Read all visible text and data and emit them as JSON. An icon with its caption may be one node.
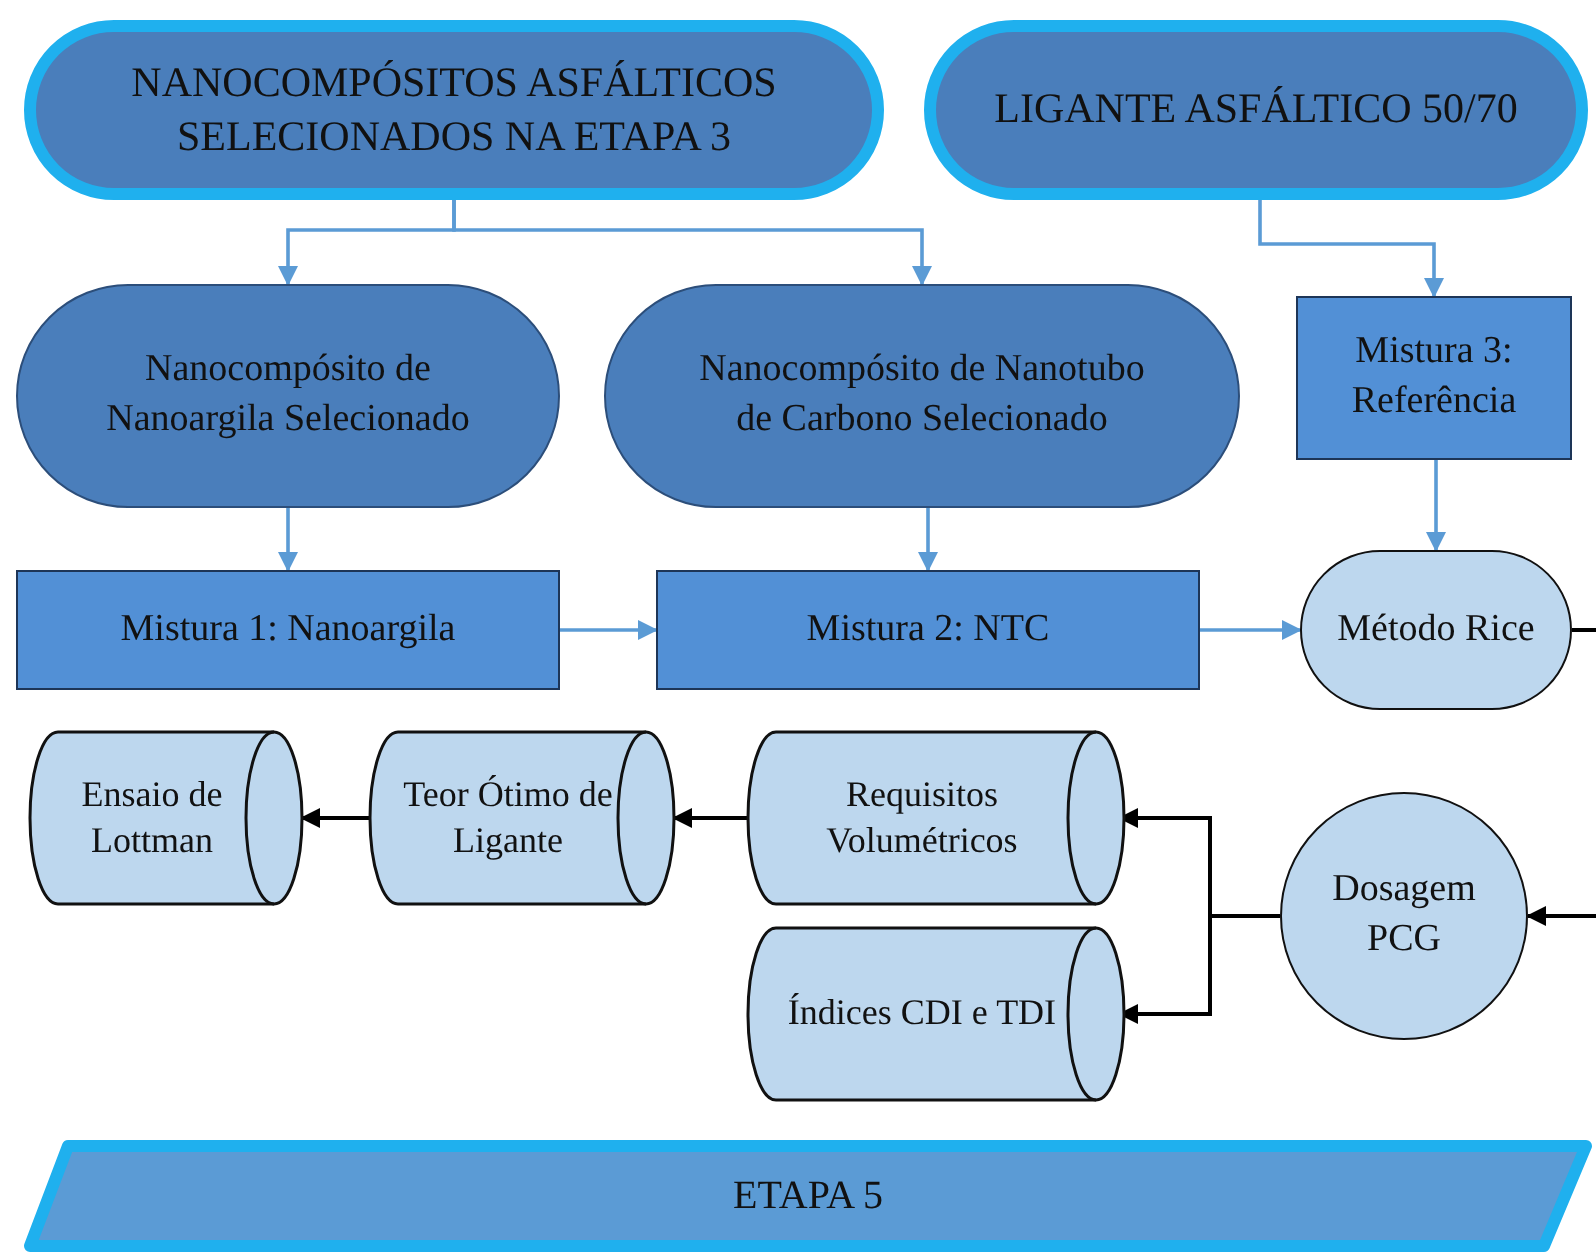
{
  "diagram": {
    "nodes": [
      {
        "text": [
          "NANOCOMPÓSITOS ASFÁLTICOS SELECIONADOS NA ETAPA 3"
        ]
      },
      {
        "text": [
          "LIGANTE ASFÁLTICO 50/70"
        ]
      },
      {
        "text": [
          "Nanocompósito de Nanoargila Selecionado"
        ]
      },
      {
        "text": [
          "Nanocompósito de Nanotubo de Carbono Selecionado"
        ]
      },
      {
        "text": [
          "Mistura 3: Referência"
        ]
      },
      {
        "text": [
          "Mistura 1: Nanoargila"
        ]
      },
      {
        "text": [
          "Mistura 2: NTC"
        ]
      },
      {
        "text": [
          "Método Rice"
        ]
      },
      {
        "text": [
          "Ensaio de Lottman"
        ]
      },
      {
        "text": [
          "Teor Ótimo de Ligante"
        ]
      },
      {
        "text": [
          "Requisitos Volumétricos"
        ]
      },
      {
        "text": [
          "Índices CDI e TDI"
        ]
      },
      {
        "text": [
          "Dosagem PCG"
        ]
      },
      {
        "text": [
          "ETAPA 5"
        ]
      }
    ],
    "edges": [
      {
        "from": 0,
        "to": 2,
        "arrow": "to"
      },
      {
        "from": 0,
        "to": 3,
        "arrow": "to"
      },
      {
        "from": 1,
        "to": 4,
        "arrow": "to"
      },
      {
        "from": 2,
        "to": 5,
        "arrow": "to"
      },
      {
        "from": 3,
        "to": 6,
        "arrow": "to"
      },
      {
        "from": 4,
        "to": 7,
        "arrow": "to"
      },
      {
        "from": 5,
        "to": 6,
        "arrow": "to"
      },
      {
        "from": 6,
        "to": 7,
        "arrow": "to"
      },
      {
        "from": 7,
        "to": null,
        "arrow": "none",
        "color": "#000000"
      },
      {
        "from": null,
        "to": 12,
        "arrow": "to",
        "color": "#000000"
      },
      {
        "from": 12,
        "to": 10,
        "arrow": "to",
        "color": "#000000"
      },
      {
        "from": 12,
        "to": 11,
        "arrow": "to",
        "color": "#000000"
      },
      {
        "from": 10,
        "to": 9,
        "arrow": "to",
        "color": "#000000"
      },
      {
        "from": 9,
        "to": 8,
        "arrow": "to",
        "color": "#000000"
      }
    ]
  }
}
